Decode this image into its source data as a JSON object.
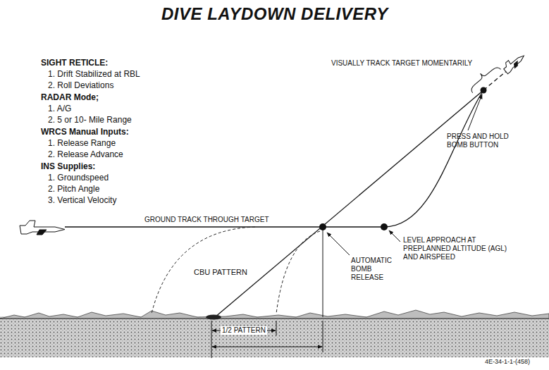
{
  "diagram": {
    "title": "DIVE LAYDOWN DELIVERY",
    "labels": [
      "SIGHT RETICLE:",
      "1. Drift Stabilized at RBL",
      "2. Roll Deviations",
      "RADAR Mode;",
      "1. A/G",
      "2. 5 or 10- Mile Range",
      "WRCS Manual Inputs:",
      "1. Release Range",
      "2. Release Advance",
      "INS Supplies:",
      "1. Groundspeed",
      "2. Pitch Angle",
      "3. Vertical Velocity",
      "VISUALLY TRACK TARGET MOMENTARILY",
      "PRESS AND HOLD BOMB BUTTON",
      "GROUND TRACK THROUGH TARGET",
      "LEVEL APPROACH AT PREPLANNED ALTITUDE (AGL) AND AIRSPEED",
      "AUTOMATIC BOMB RELEASE",
      "CBU PATTERN",
      "1/2 PATTERN",
      "4E-34-1-1-(458)"
    ]
  }
}
